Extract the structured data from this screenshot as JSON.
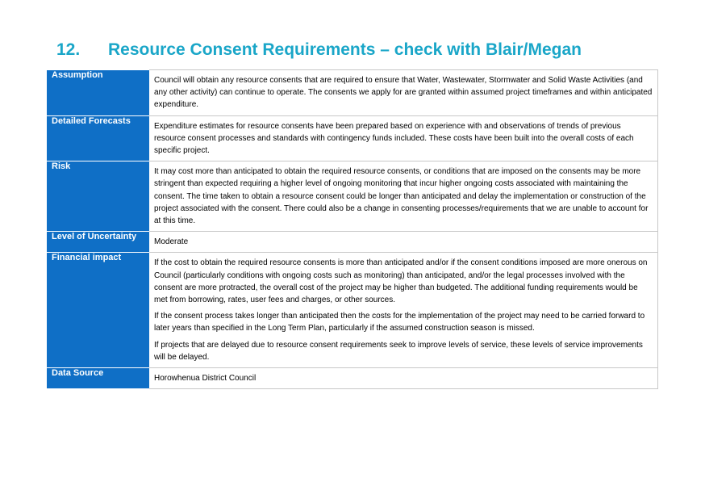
{
  "heading": {
    "number": "12.",
    "title": "Resource Consent Requirements – check with Blair/Megan"
  },
  "colors": {
    "heading": "#1aa6c8",
    "label_bg": "#0f6fc6",
    "label_text": "#ffffff"
  },
  "rows": [
    {
      "label": "Assumption",
      "paragraphs": [
        "Council will obtain any resource consents that are required to ensure that Water, Wastewater, Stormwater and Solid Waste Activities (and any other activity) can continue to operate. The consents we apply for are granted within assumed project timeframes and within anticipated expenditure."
      ]
    },
    {
      "label": "Detailed Forecasts",
      "paragraphs": [
        "Expenditure estimates for resource consents have been prepared based on experience with and observations of trends of previous resource consent processes and standards with contingency funds included. These costs have been built into the overall costs of each specific project."
      ]
    },
    {
      "label": "Risk",
      "paragraphs": [
        "It may cost more than anticipated to obtain the required resource consents, or conditions that are imposed on the consents may be more stringent than expected requiring a higher level of ongoing monitoring that incur higher ongoing costs associated with maintaining the consent. The time taken to obtain a resource consent could be longer than anticipated and delay the implementation or construction of the project associated with the consent. There could also be a change in consenting processes/requirements that we are unable to account for at this time."
      ]
    },
    {
      "label": "Level of Uncertainty",
      "paragraphs": [
        "Moderate"
      ]
    },
    {
      "label": "Financial impact",
      "paragraphs": [
        "If the cost to obtain the required resource consents is more than anticipated and/or if the consent conditions imposed are more onerous on Council (particularly conditions with ongoing costs such as monitoring) than anticipated, and/or the legal processes involved with the consent are more protracted, the overall cost of the project may be higher than budgeted. The additional funding requirements would be met from borrowing, rates, user fees and charges, or other sources.",
        "If the consent process takes longer than anticipated then the costs for the implementation of the project may need to be carried forward to later years than specified in the Long Term Plan, particularly if the assumed construction season is missed.",
        "If projects that are delayed due to resource consent requirements seek to improve levels of service, these levels of service improvements will be delayed."
      ]
    },
    {
      "label": "Data Source",
      "paragraphs": [
        "Horowhenua District Council"
      ]
    }
  ]
}
